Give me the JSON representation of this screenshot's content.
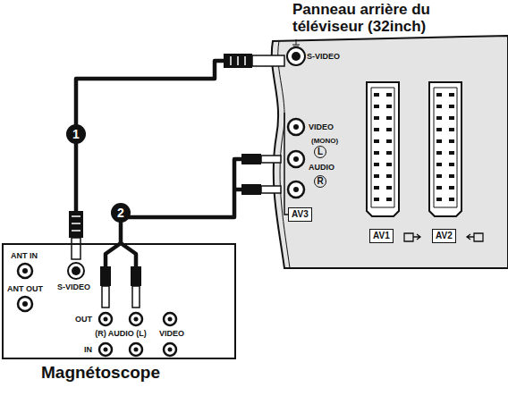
{
  "diagram": {
    "nodes": [
      {
        "text": [
          "Panneau arrière du téléviseur (32inch)"
        ]
      },
      {
        "text": [
          "AV3"
        ],
        "in": 0
      },
      {
        "text": [
          "AV1"
        ],
        "in": 0
      },
      {
        "text": [
          "AV2"
        ],
        "in": 0
      },
      {
        "text": [
          "Magnétoscope"
        ]
      }
    ],
    "edges": [
      {
        "from": 4,
        "to": 0,
        "arrow": "none",
        "label": "1"
      },
      {
        "from": 4,
        "to": 0,
        "arrow": "none",
        "label": "2"
      }
    ],
    "labels": [
      "S-VIDEO",
      "VIDEO",
      "(MONO)",
      "L",
      "AUDIO",
      "R",
      "ANT IN",
      "ANT OUT",
      "S-VIDEO",
      "OUT",
      "(R) AUDIO (L)",
      "VIDEO",
      "IN"
    ]
  }
}
